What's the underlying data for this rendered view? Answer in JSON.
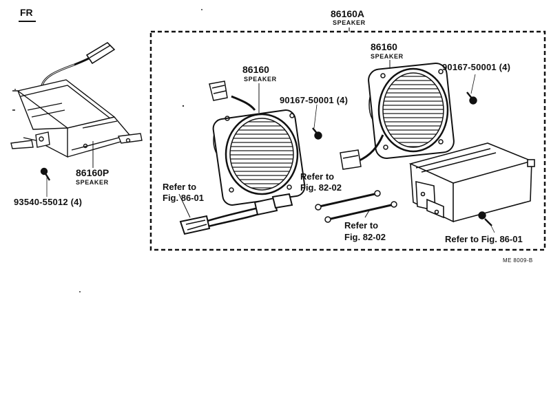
{
  "orientation": {
    "label": "FR"
  },
  "assembly": {
    "part_number": "86160A",
    "name": "SPEAKER"
  },
  "bracket": {
    "part_number": "86160P",
    "name": "SPEAKER"
  },
  "screw_left": {
    "part_number": "93540-55012 (4)"
  },
  "speaker_left": {
    "part_number": "86160",
    "name": "SPEAKER"
  },
  "speaker_right": {
    "part_number": "86160",
    "name": "SPEAKER"
  },
  "screw_mid": {
    "part_number": "90167-50001 (4)"
  },
  "screw_right": {
    "part_number": "90167-50001 (4)"
  },
  "refs": {
    "harness_line1": "Refer to",
    "harness_line2": "Fig. 86-01",
    "ground_upper_line1": "Refer to",
    "ground_upper_line2": "Fig. 82-02",
    "ground_lower_line1": "Refer to",
    "ground_lower_line2": "Fig. 82-02",
    "amplifier": "Refer to Fig. 86-01"
  },
  "figure_code": "ME 8009-B"
}
